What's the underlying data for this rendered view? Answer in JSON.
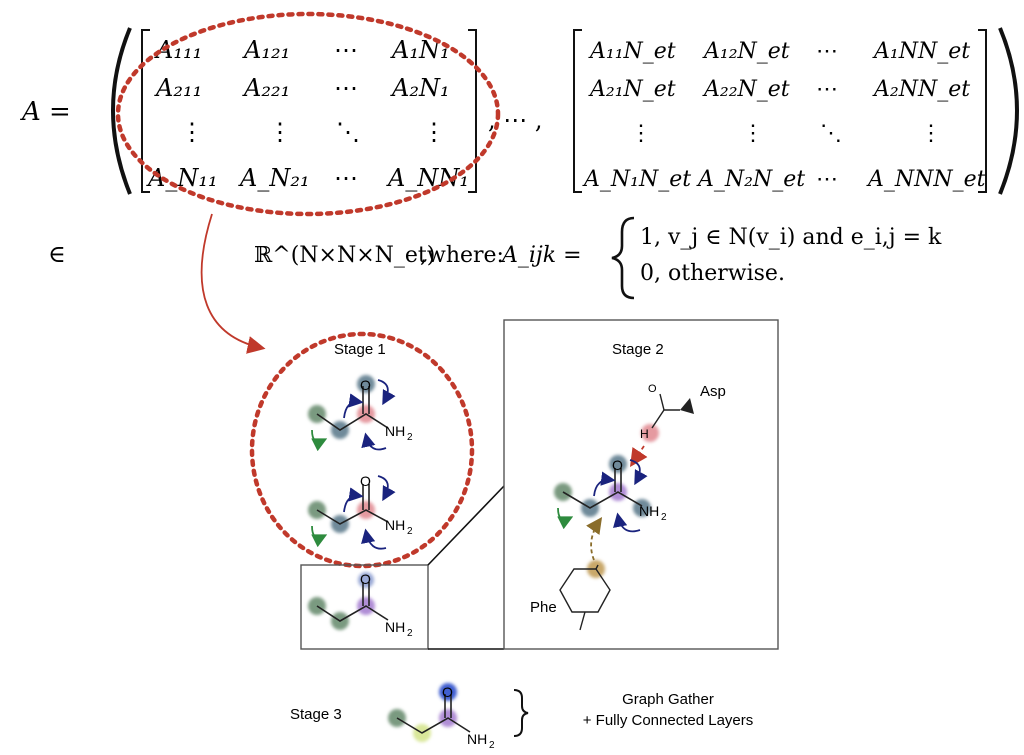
{
  "equation": {
    "lhs": "A =",
    "matrix1": [
      [
        "A₁₁₁",
        "A₁₂₁",
        "⋯",
        "A₁N₁"
      ],
      [
        "A₂₁₁",
        "A₂₂₁",
        "⋯",
        "A₂N₁"
      ],
      [
        "⋮",
        "⋮",
        "⋱",
        "⋮"
      ],
      [
        "A_N₁₁",
        "A_N₂₁",
        "⋯",
        "A_NN₁"
      ]
    ],
    "separator": ", ⋯ ,",
    "matrix2": [
      [
        "A₁₁N_et",
        "A₁₂N_et",
        "⋯",
        "A₁NN_et"
      ],
      [
        "A₂₁N_et",
        "A₂₂N_et",
        "⋯",
        "A₂NN_et"
      ],
      [
        "⋮",
        "⋮",
        "⋱",
        "⋮"
      ],
      [
        "A_N₁N_et",
        "A_N₂N_et",
        "⋯",
        "A_NNN_et"
      ]
    ],
    "in_symbol": "∈",
    "space": "ℝ^(N×N×N_et)",
    "where_label": ",where:",
    "aijk": "A_ijk =",
    "case1": "1, v_j ∈ N(v_i) and e_i,j = k",
    "case2": "0, otherwise."
  },
  "stages": {
    "stage1_label": "Stage 1",
    "stage2_label": "Stage 2",
    "stage3_label": "Stage 3",
    "stage3_desc_line1": "Graph Gather",
    "stage3_desc_line2": "+ Fully Connected Layers"
  },
  "molecule": {
    "oxygen": "O",
    "amine": "NH",
    "amine_sub": "2",
    "asp_label": "Asp",
    "phe_label": "Phe",
    "hydroxyl": "H"
  },
  "colors": {
    "highlight_red": "#c0392b",
    "arrow_blue": "#1a237e",
    "arrow_green": "#2e8b3e",
    "node_green": "#7a9a80",
    "node_slate": "#6f8a9a",
    "node_purple": "#b08ed6",
    "node_pink": "#e59aa0",
    "node_oxygen": "#3f5fd0",
    "node_tan": "#c9a86a",
    "node_yellow": "#d9e79a"
  }
}
